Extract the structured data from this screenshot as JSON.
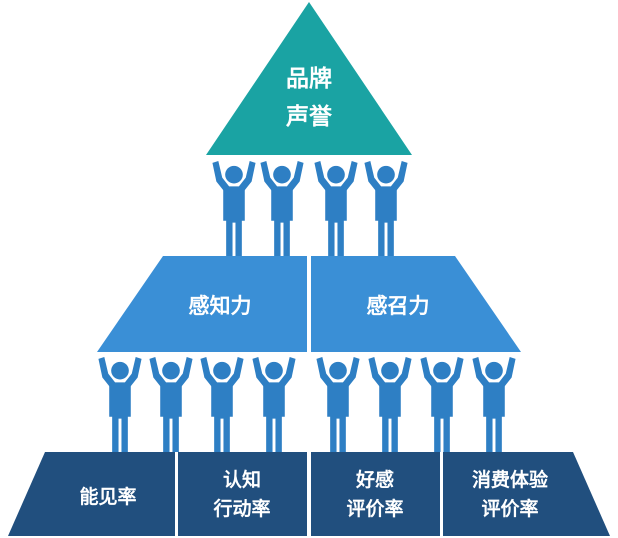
{
  "colors": {
    "top_triangle": "#1aa3a3",
    "mid_band": "#3a8fd6",
    "people": "#2e7fc4",
    "bottom_band": "#214f7e",
    "label": "#ffffff"
  },
  "top": {
    "line1": "品牌",
    "line2": "声誉"
  },
  "middle": {
    "left": "感知力",
    "right": "感召力"
  },
  "bottom": [
    {
      "line1": "能见率",
      "line2": ""
    },
    {
      "line1": "认知",
      "line2": "行动率"
    },
    {
      "line1": "好感",
      "line2": "评价率"
    },
    {
      "line1": "消费体验",
      "line2": "评价率"
    }
  ],
  "icons": {
    "person": "person-arms-raised-icon"
  }
}
